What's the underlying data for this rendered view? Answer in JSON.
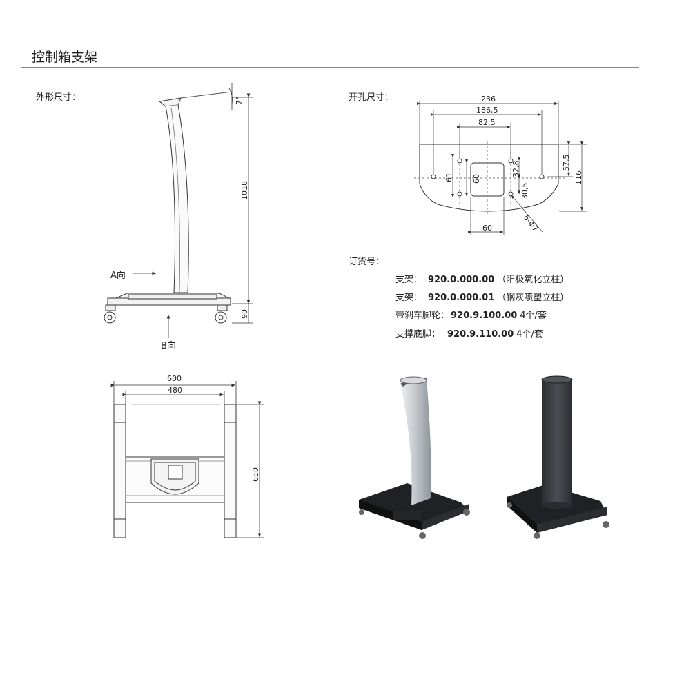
{
  "page": {
    "title": "控制箱支架"
  },
  "sections": {
    "outline": "外形尺寸：",
    "holes": "开孔尺寸：",
    "order": "订货号："
  },
  "side_view": {
    "dim_height": "1018",
    "dim_tilt": "7°",
    "dim_base": "90",
    "arrow_a": "A向",
    "arrow_b": "B向"
  },
  "top_view": {
    "dim_width_outer": "600",
    "dim_width_inner": "480",
    "dim_depth": "650"
  },
  "hole_pattern": {
    "dim_236": "236",
    "dim_186_5": "186,5",
    "dim_82_5": "82,5",
    "dim_57_5": "57,5",
    "dim_116": "116",
    "dim_61": "61",
    "dim_60_v": "60",
    "dim_32_8": "32,8",
    "dim_30_5": "30,5",
    "dim_60_h": "60",
    "dim_holes": "6-Φ7"
  },
  "order_items": [
    {
      "label": "支架：",
      "code": "920.0.000.00",
      "note": "（阳极氧化立柱）"
    },
    {
      "label": "支架：",
      "code": "920.0.000.01",
      "note": "（钢灰喷塑立柱）"
    },
    {
      "label": "带刹车脚轮：",
      "code": "920.9.100.00",
      "note": "4个/套"
    },
    {
      "label": "支撑底脚：",
      "code": "920.9.110.00",
      "note": "4个/套"
    }
  ],
  "colors": {
    "line": "#333333",
    "silver_column": "#c9ccd0",
    "dark_column": "#3a3d42",
    "base_black": "#1f2124"
  }
}
